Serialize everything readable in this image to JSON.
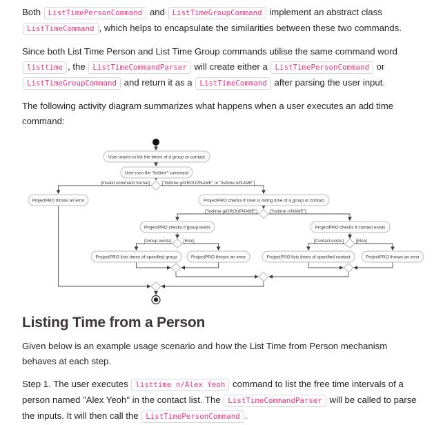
{
  "colors": {
    "code_accent": "#e5397e",
    "heading_color": "#3e353a",
    "body_color": "#212327",
    "node_border": "#bdbdbd",
    "node_fill": "#fbfbfb"
  },
  "paragraphs": {
    "p1": [
      {
        "t": "Both "
      },
      {
        "c": "ListTimePersonCommand"
      },
      {
        "t": " and "
      },
      {
        "c": "ListTimeGroupCommand"
      },
      {
        "t": " implement an abstract class "
      },
      {
        "c": "ListTimeCommand"
      },
      {
        "t": ", which helps to encapsulate the similarities between these two commands."
      }
    ],
    "p2": [
      {
        "t": "Since both List Time Person and List Time Group commands utilise the same command word "
      },
      {
        "c": "listtime"
      },
      {
        "t": ", the "
      },
      {
        "c": "ListTimeCommandParser"
      },
      {
        "t": " will create either a "
      },
      {
        "c": "ListTimePersonCommand"
      },
      {
        "t": " or "
      },
      {
        "c": "ListTimeGroupCommand"
      },
      {
        "t": " and return it as a "
      },
      {
        "c": "ListTimeCommand"
      },
      {
        "t": " after parsing the user input."
      }
    ],
    "p3": [
      {
        "t": "The following activity diagram summarizes what happens when a user executes an add time command:"
      }
    ],
    "p4": [
      {
        "t": "Given below is an example usage scenario and how the List Time from Person mechanism behaves at each step."
      }
    ],
    "p5": [
      {
        "t": "Step 1. The user executes "
      },
      {
        "c": "listtime n/Alex Yeoh"
      },
      {
        "t": " command to list the free time intervals of a person named \"Alex Yeoh\" in the contact list. The "
      },
      {
        "c": "ListTimeCommandParser"
      },
      {
        "t": " will be called to parse the inputs. It will then call the "
      },
      {
        "c": "ListTimePersonCommand"
      },
      {
        "t": "."
      }
    ]
  },
  "heading": "Listing Time from a Person",
  "diagram": {
    "n1": "User wants to list the times of a group or contact",
    "n2": "User runs the \"listtime\" command",
    "d1_left": "[Invalid command format]",
    "d1_right": "[\"listtime g/GROUPNAME\" or \"listtime n/NAME\"]",
    "n3": "ProjectPRO throws an error",
    "n4": "ProjectPRO checks if User is listing time of a group or contact",
    "d2_left": "[\"listtime g/GROUPNAME\"]",
    "d2_right": "[\"listtime n/NAME\"]",
    "n5": "ProjectPRO checks if group exists",
    "n6": "ProjectPRO checks if contact exists",
    "d3_left": "[Group exists]",
    "d3_right": "[Else]",
    "d4_left": "[Contact exists]",
    "d4_right": "[Else]",
    "n7": "ProjectPRO lists times of specified group",
    "n8": "ProjectPRO throws an error",
    "n9": "ProjectPRO lists times of specified contact",
    "n10": "ProjectPRO throws an error"
  }
}
